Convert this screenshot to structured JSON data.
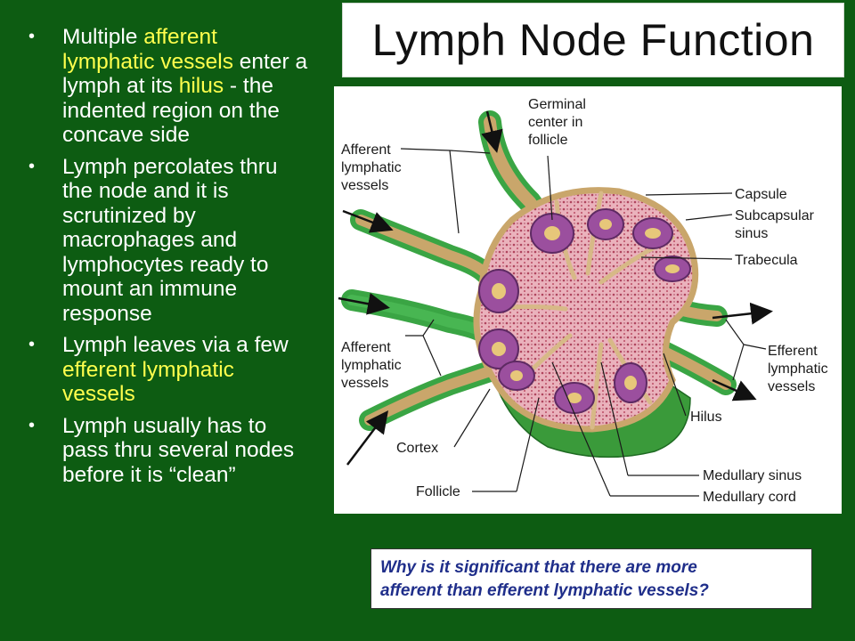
{
  "bullets": [
    {
      "parts": [
        "Multiple ",
        "afferent lymphatic vessels",
        " enter a lymph at its ",
        "hilus",
        " - the indented region on the concave side"
      ]
    },
    {
      "text": "Lymph percolates thru the node and it is scrutinized by macrophages and lymphocytes ready to mount an immune response"
    },
    {
      "parts": [
        "Lymph leaves via a few ",
        "efferent lymphatic vessels"
      ]
    },
    {
      "text": "Lymph usually has to pass thru several nodes before it is “clean”"
    }
  ],
  "bullet_symbol": "•",
  "title": "Lymph Node Function",
  "diagram": {
    "labels": {
      "germinal_center": [
        "Germinal",
        "center in",
        "follicle"
      ],
      "afferent_top": [
        "Afferent",
        "lymphatic",
        "vessels"
      ],
      "capsule": "Capsule",
      "subcapsular_sinus": [
        "Subcapsular",
        "sinus"
      ],
      "trabecula": "Trabecula",
      "afferent_bottom": [
        "Afferent",
        "lymphatic",
        "vessels"
      ],
      "efferent": [
        "Efferent",
        "lymphatic",
        "vessels"
      ],
      "hilus": "Hilus",
      "cortex": "Cortex",
      "follicle": "Follicle",
      "medullary_sinus": "Medullary sinus",
      "medullary_cord": "Medullary cord"
    }
  },
  "question": {
    "line1": "Why is it significant that there are more",
    "line2": "afferent than efferent lymphatic vessels?"
  },
  "colors": {
    "background": "#0d5c12",
    "highlight": "#ffff4d",
    "question_text": "#1f2e8a",
    "node_pink": "#e8a7b3",
    "follicle_purple": "#9b4f9e",
    "vessel_tan": "#c9a66b",
    "vessel_green": "#2e9e3a"
  }
}
